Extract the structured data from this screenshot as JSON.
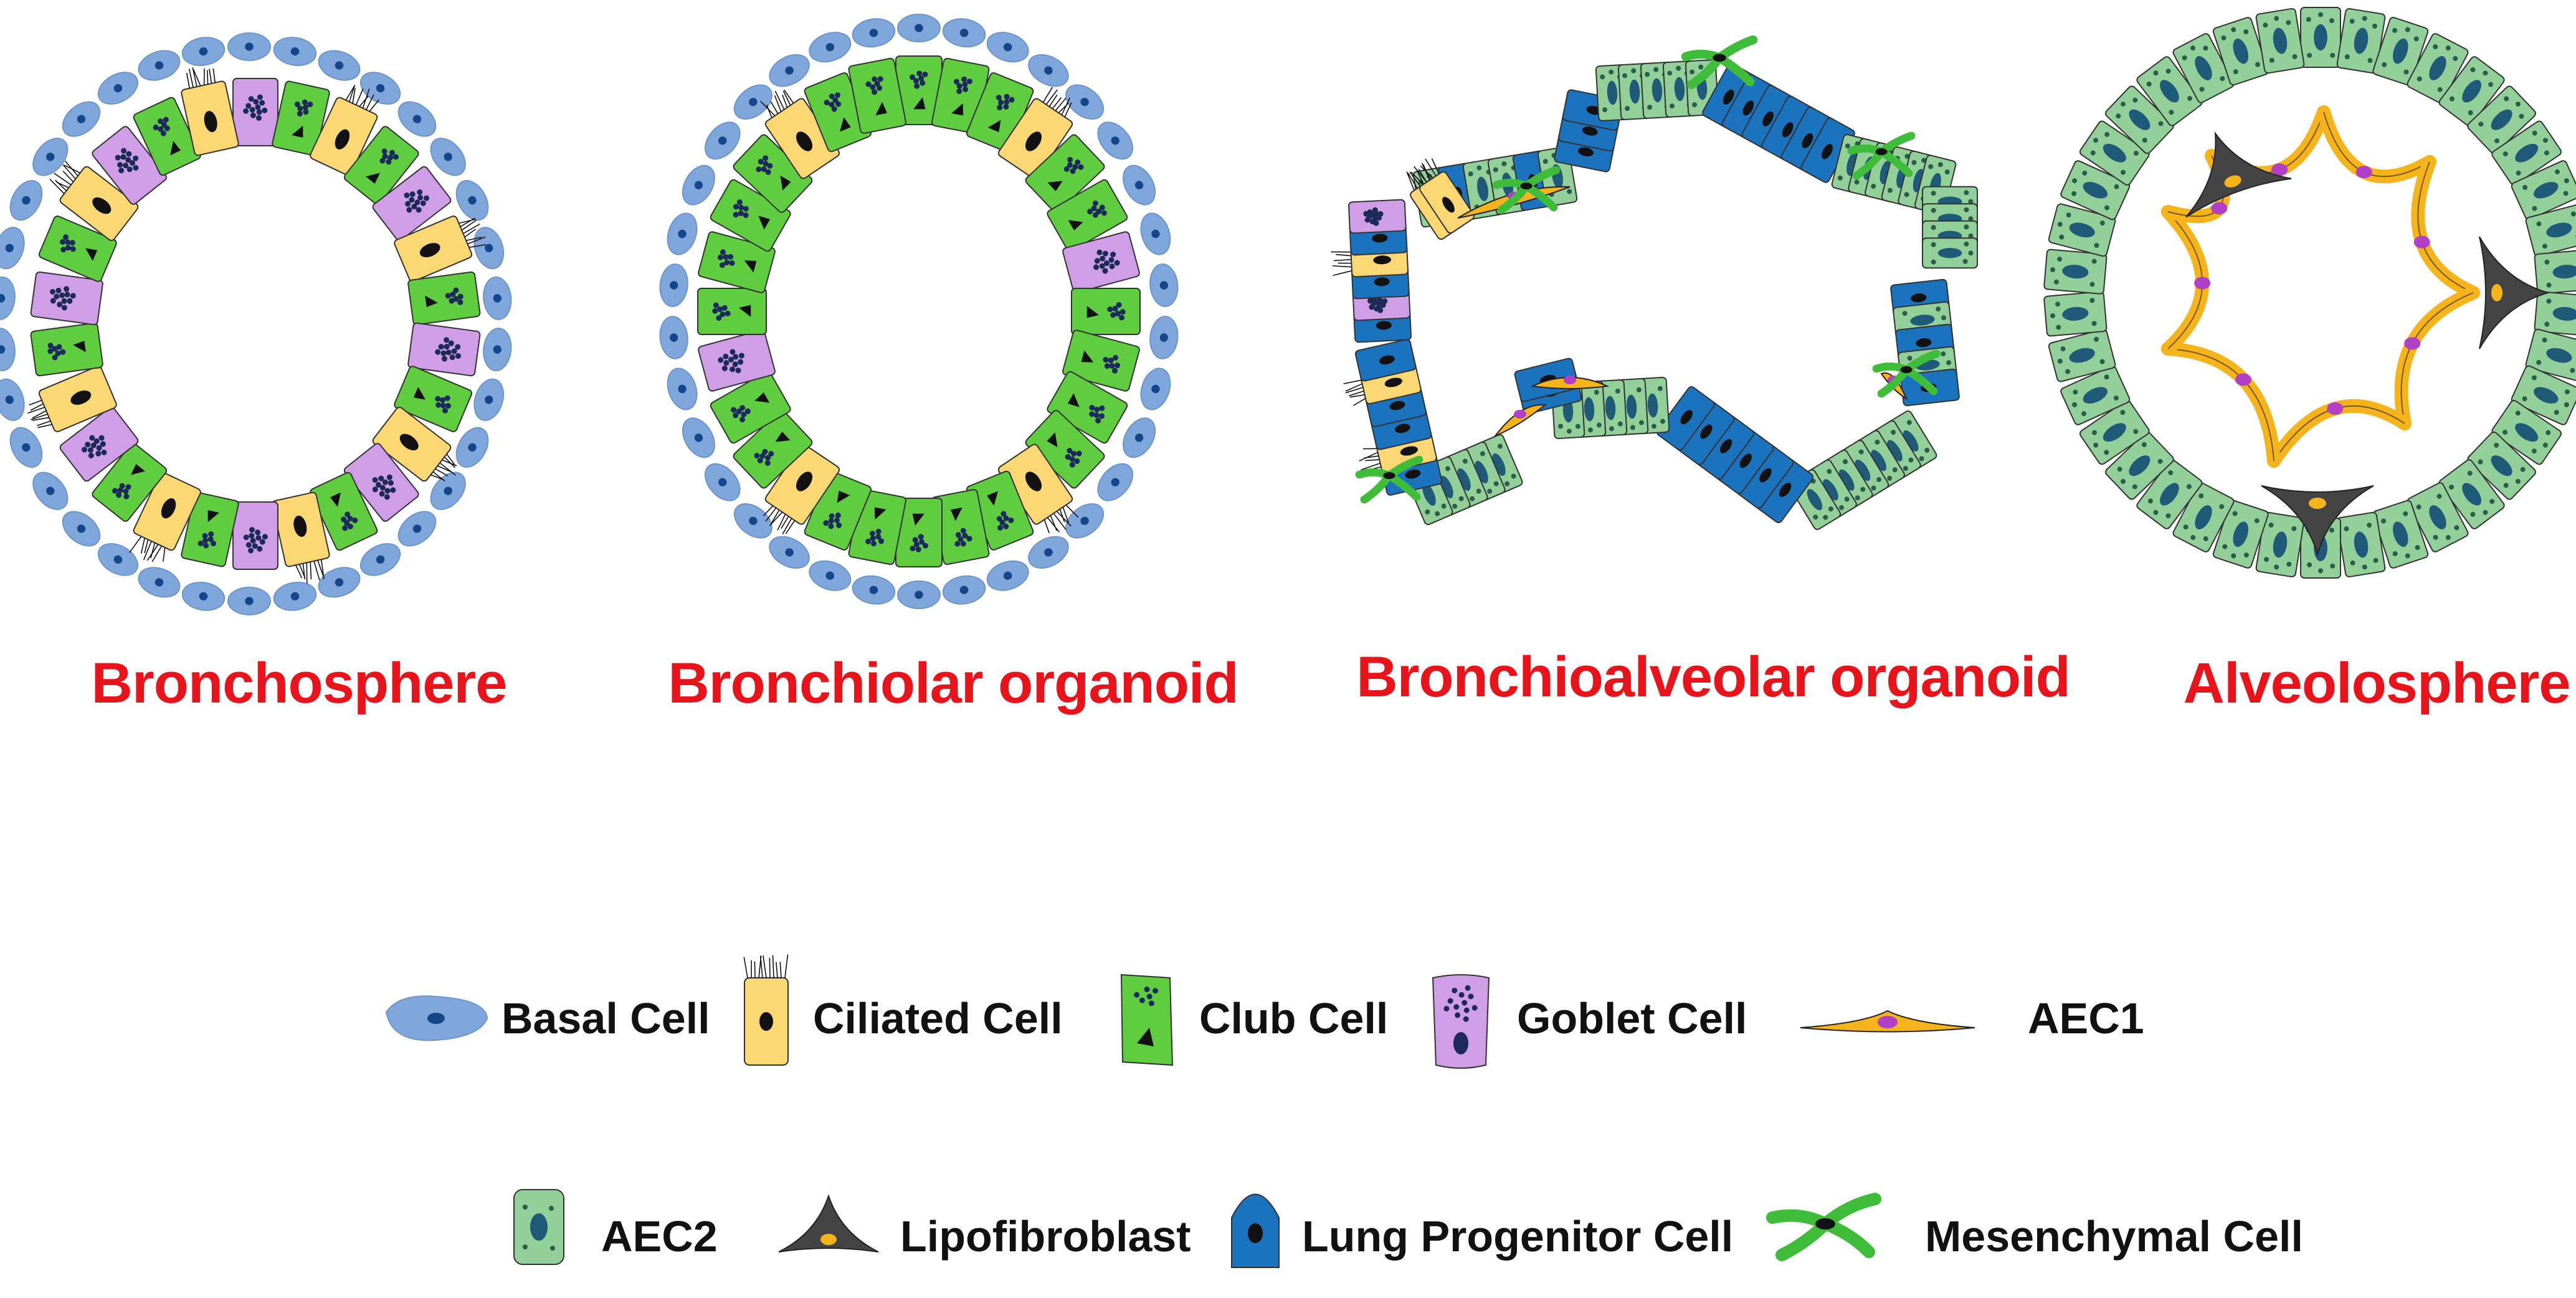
{
  "organoids": [
    {
      "key": "bronchosphere",
      "title": "Bronchosphere"
    },
    {
      "key": "bronchiolar",
      "title": "Bronchiolar organoid"
    },
    {
      "key": "bronchioalveolar",
      "title": "Bronchioalveolar organoid"
    },
    {
      "key": "alveolosphere",
      "title": "Alveolosphere"
    }
  ],
  "legend": [
    {
      "key": "basal",
      "label": "Basal Cell",
      "icon": "basal-cell-icon"
    },
    {
      "key": "ciliated",
      "label": "Ciliated Cell",
      "icon": "ciliated-cell-icon"
    },
    {
      "key": "club",
      "label": "Club Cell",
      "icon": "club-cell-icon"
    },
    {
      "key": "goblet",
      "label": "Goblet Cell",
      "icon": "goblet-cell-icon"
    },
    {
      "key": "aec1",
      "label": "AEC1",
      "icon": "aec1-icon"
    },
    {
      "key": "aec2",
      "label": "AEC2",
      "icon": "aec2-icon"
    },
    {
      "key": "lipofibroblast",
      "label": "Lipofibroblast",
      "icon": "lipofibroblast-icon"
    },
    {
      "key": "progenitor",
      "label": "Lung Progenitor Cell",
      "icon": "lung-progenitor-cell-icon"
    },
    {
      "key": "mesenchymal",
      "label": "Mesenchymal Cell",
      "icon": "mesenchymal-cell-icon"
    }
  ],
  "colors": {
    "basal": "#7fa7dc",
    "ciliated": "#fcd874",
    "club": "#5fcd3f",
    "goblet": "#cf9ee6",
    "aec1": "#f5b31c",
    "aec2": "#93cf99",
    "lipofibroblast": "#444444",
    "progenitor": "#1c73bd",
    "mesenchymal": "#3fbd3a",
    "title": "#e8141b"
  }
}
